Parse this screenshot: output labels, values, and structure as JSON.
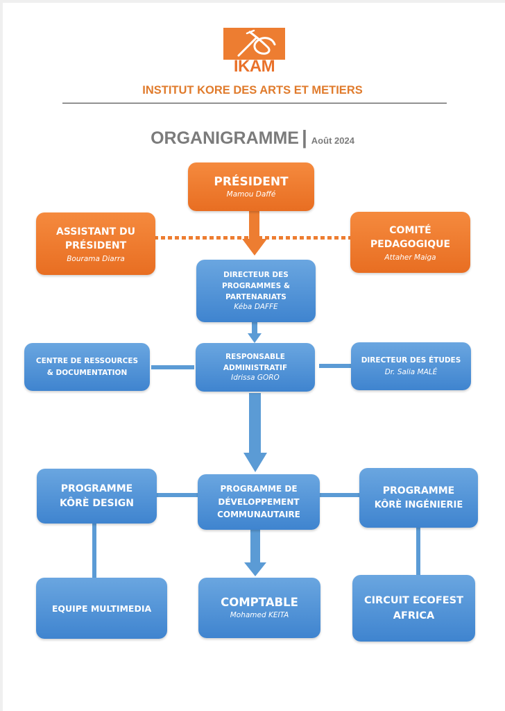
{
  "logo": {
    "icon": "ikam-logo-mark",
    "text": "IKAM"
  },
  "header": {
    "institute": "INSTITUT KORE DES ARTS ET METIERS",
    "title": "ORGANIGRAMME",
    "separator": "|",
    "date": "Août 2024"
  },
  "colors": {
    "orange": "#ed7d31",
    "blue": "#5b9bd5",
    "title_gray": "#7b7b7b",
    "institute_orange": "#e07b2c"
  },
  "org": {
    "president": {
      "role": "PRÉSIDENT",
      "name": "Mamou Daffé"
    },
    "assistant": {
      "role_line1": "ASSISTANT DU",
      "role_line2": "PRÉSIDENT",
      "name": "Bourama Diarra"
    },
    "comite": {
      "role_line1": "COMITÉ",
      "role_line2": "PEDAGOGIQUE",
      "name": "Attaher Maiga"
    },
    "directeur_programmes": {
      "role_line1": "DIRECTEUR DES",
      "role_line2": "PROGRAMMES &",
      "role_line3": "PARTENARIATS",
      "name": "Kéba DAFFE"
    },
    "responsable_admin": {
      "role_line1": "RESPONSABLE",
      "role_line2": "ADMINISTRATIF",
      "name": "Idrissa GORO"
    },
    "centre_ressources": {
      "role_line1": "CENTRE DE RESSOURCES",
      "role_line2": "& DOCUMENTATION"
    },
    "directeur_etudes": {
      "role": "DIRECTEUR DES ÉTUDES",
      "name": "Dr. Salia MALÉ"
    },
    "prog_design": {
      "role_line1": "PROGRAMME",
      "role_line2": "KÔRÈ DESIGN"
    },
    "prog_dev": {
      "role_line1": "PROGRAMME DE",
      "role_line2": "DÉVELOPPEMENT",
      "role_line3": "COMMUNAUTAIRE"
    },
    "prog_ingenierie": {
      "role_line1": "PROGRAMME",
      "role_line2": "KÔRÈ INGÉNIERIE"
    },
    "equipe_multimedia": {
      "role": "EQUIPE MULTIMEDIA"
    },
    "comptable": {
      "role": "COMPTABLE",
      "name": "Mohamed KEITA"
    },
    "circuit_ecofest": {
      "role_line1": "CIRCUIT ECOFEST",
      "role_line2": "AFRICA"
    }
  }
}
